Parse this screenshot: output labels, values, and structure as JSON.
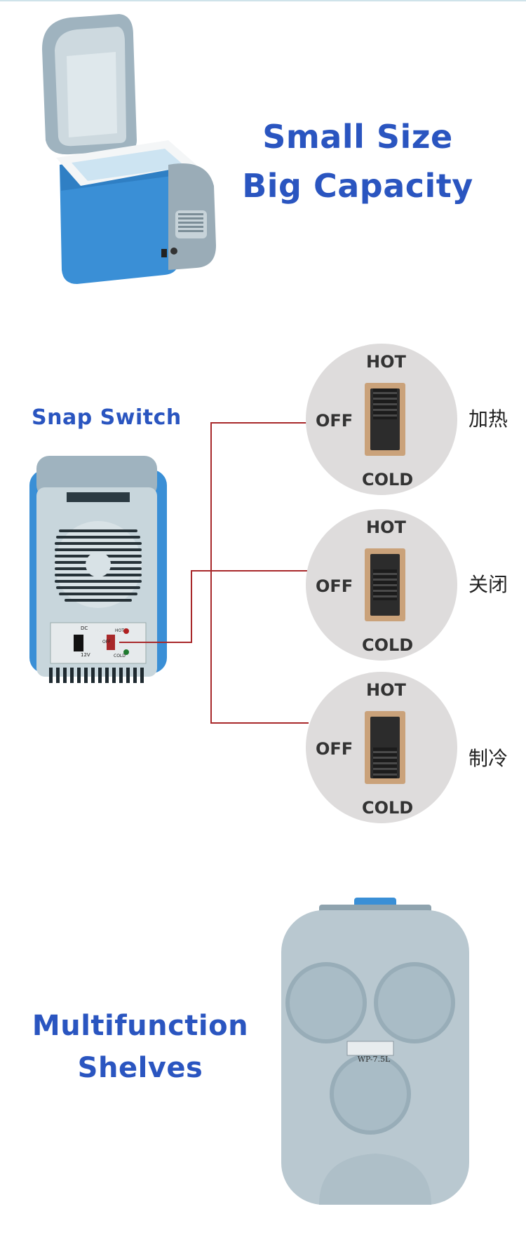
{
  "sections": {
    "capacity": {
      "headline_line1": "Small Size",
      "headline_line2": "Big Capacity"
    },
    "switch": {
      "title": "Snap Switch",
      "positions": [
        {
          "top": "HOT",
          "middle": "OFF",
          "bottom": "COLD",
          "caption": "加热",
          "mode": "heat"
        },
        {
          "top": "HOT",
          "middle": "OFF",
          "bottom": "COLD",
          "caption": "关闭",
          "mode": "off"
        },
        {
          "top": "HOT",
          "middle": "OFF",
          "bottom": "COLD",
          "caption": "制冷",
          "mode": "cool"
        }
      ],
      "panel_labels": {
        "dc": "DC",
        "volt": "12V",
        "hot": "HOT",
        "off": "OFF",
        "cold": "COLD"
      },
      "line_color": "#a8282a"
    },
    "shelves": {
      "headline_line1": "Multifunction",
      "headline_line2": "Shelves",
      "model_plate": "WP-7.5L"
    }
  },
  "colors": {
    "brand_blue": "#2a55c0",
    "body_blue": "#3a8fd6",
    "lid_grey": "#a9bcc6"
  }
}
